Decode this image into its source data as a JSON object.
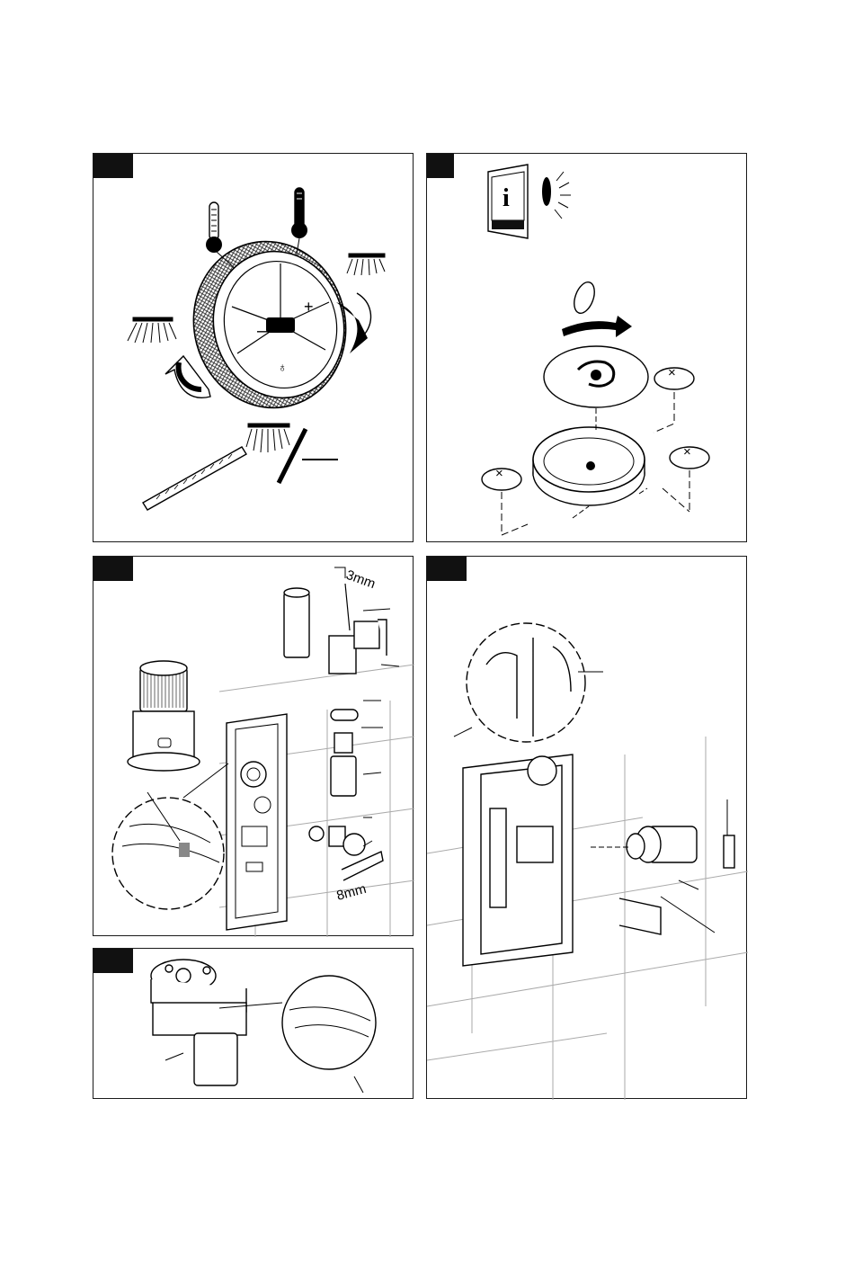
{
  "panels": [
    {
      "id": "panel-1",
      "tab_text": ""
    },
    {
      "id": "panel-2",
      "tab_text": ""
    },
    {
      "id": "panel-3",
      "tab_text": ""
    },
    {
      "id": "panel-4",
      "tab_text": ""
    },
    {
      "id": "panel-5",
      "tab_text": ""
    }
  ],
  "labels": {
    "info_mark": "i",
    "remote_minus": "–",
    "remote_plus": "+",
    "battery_x": "×",
    "tool_3mm": "3mm",
    "tool_8mm": "8mm"
  }
}
